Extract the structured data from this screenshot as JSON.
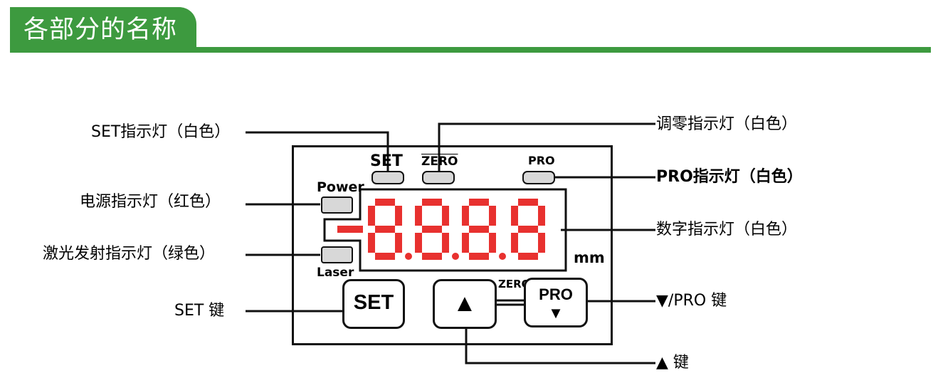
{
  "header": {
    "title": "各部分的名称"
  },
  "device": {
    "indicators": {
      "set": "SET",
      "zero": "ZERO",
      "pro": "PRO",
      "power": "Power",
      "laser": "Laser"
    },
    "display": {
      "unit": "mm"
    },
    "keys": {
      "set": "SET",
      "pro": "PRO",
      "zero_label": "ZERO"
    }
  },
  "callouts": {
    "set_indicator": "SET指示灯（白色）",
    "power_indicator": "电源指示灯（红色）",
    "laser_indicator": "激光发射指示灯（绿色）",
    "set_key": "SET 键",
    "zero_indicator": "调零指示灯（白色）",
    "pro_indicator": "PRO指示灯（白色）",
    "digit_indicator": "数字指示灯（白色）",
    "down_pro_key": "▼/PRO 键",
    "up_key": "▲ 键"
  },
  "colors": {
    "header_green": "#3d9a3f",
    "digit_red": "#e8312f",
    "led_gray": "#d8d8d8"
  }
}
